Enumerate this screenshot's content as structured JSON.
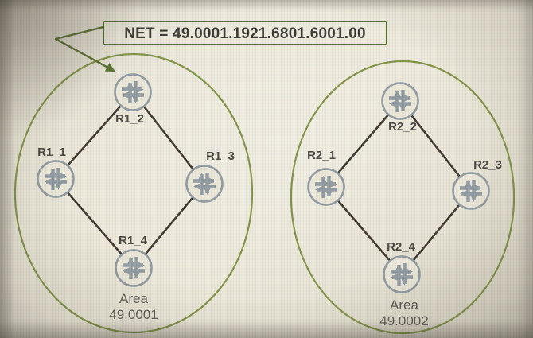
{
  "net_box": {
    "label": "NET = 49.0001.1921.6801.6001.00"
  },
  "areas": [
    {
      "area_word": "Area",
      "area_id": "49.0001",
      "routers": [
        {
          "label": "R1_1"
        },
        {
          "label": "R1_2"
        },
        {
          "label": "R1_3"
        },
        {
          "label": "R1_4"
        }
      ],
      "links": [
        [
          "R1_1",
          "R1_2"
        ],
        [
          "R1_2",
          "R1_3"
        ],
        [
          "R1_3",
          "R1_4"
        ],
        [
          "R1_4",
          "R1_1"
        ]
      ]
    },
    {
      "area_word": "Area",
      "area_id": "49.0002",
      "routers": [
        {
          "label": "R2_1"
        },
        {
          "label": "R2_2"
        },
        {
          "label": "R2_3"
        },
        {
          "label": "R2_4"
        }
      ],
      "links": [
        [
          "R2_1",
          "R2_2"
        ],
        [
          "R2_2",
          "R2_3"
        ],
        [
          "R2_3",
          "R2_4"
        ],
        [
          "R2_4",
          "R2_1"
        ]
      ]
    }
  ],
  "icons": {
    "router_glyph": "crossed-arrows-router-icon"
  },
  "colors": {
    "ellipse_stroke": "#7e9142",
    "box_stroke": "#4d682c",
    "arrow_stroke": "#566d2c",
    "link_stroke": "#3a332c",
    "router_stroke": "#8e99a0",
    "net_text": "#33332c",
    "label_text": "#45423d",
    "area_text": "#595650"
  }
}
